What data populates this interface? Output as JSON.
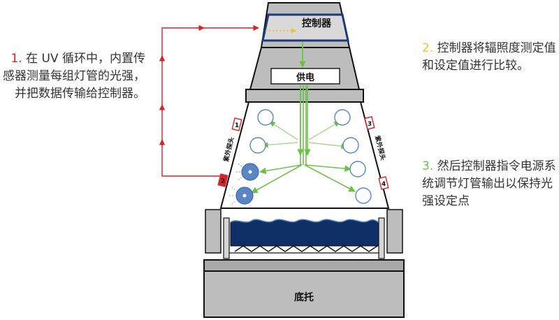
{
  "notes": {
    "note1": {
      "num": "1.",
      "text": " 在 UV 循环中，内置传感器测量每组灯管的光强，并把数据传输给控制器。"
    },
    "note2": {
      "num": "2.",
      "text": " 控制器将辐照度测定值和设定值进行比较。"
    },
    "note3": {
      "num": "3.",
      "text": " 然后控制器指令电源系统调节灯管输出以保持光强设定点"
    }
  },
  "labels": {
    "controller": "控制器",
    "power": "供电",
    "base": "底托",
    "sensor_left": "紫外探头",
    "sensor_right": "紫外探头"
  },
  "sensor_numbers": [
    "1",
    "2",
    "3",
    "4"
  ],
  "colors": {
    "feedback_red": "#d9232a",
    "command_green": "#6cc04a",
    "number_yellow": "#e8c43a",
    "cabinet_gray": "#bdbdbd",
    "controller_blue": "#1b3a7a",
    "water_blue": "#0f2f66",
    "lamp_blue": "#5b86c4"
  }
}
